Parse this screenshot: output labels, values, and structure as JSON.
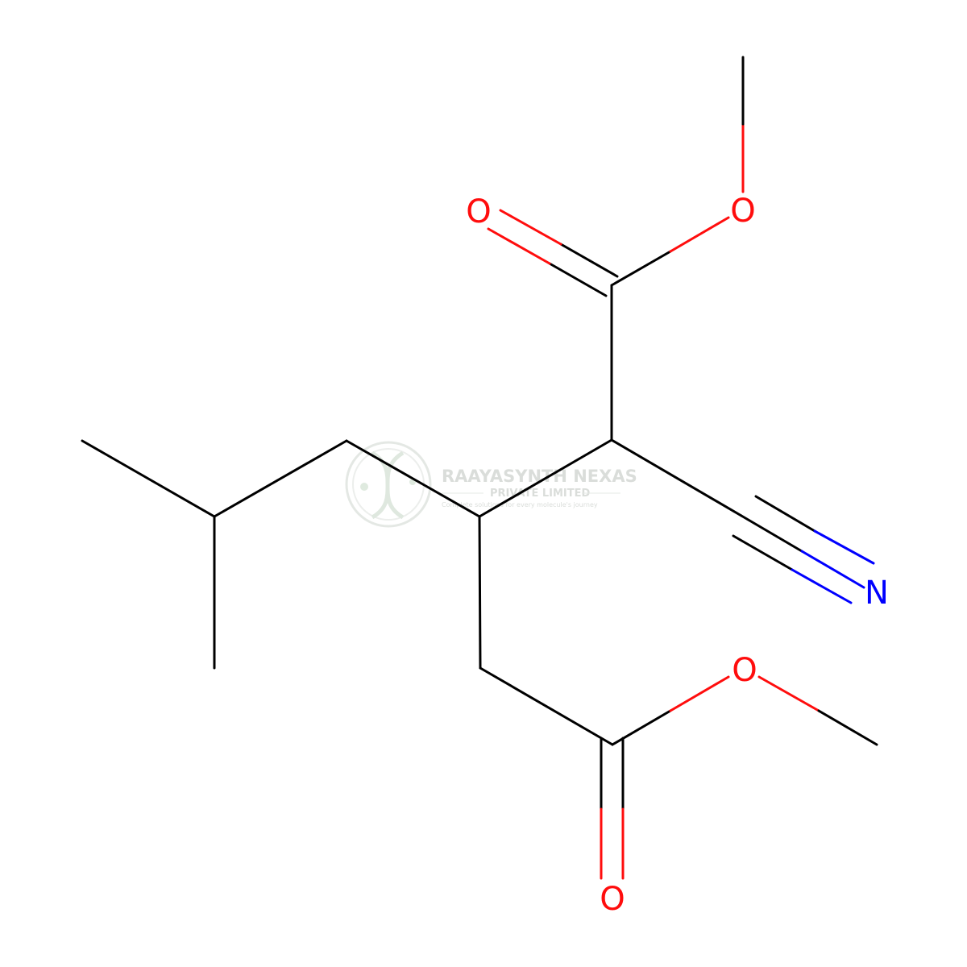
{
  "colors": {
    "background": "#FFFFFF",
    "bond": "#000000",
    "oxygen": "#FF0D0D",
    "nitrogen": "#0000FF",
    "watermark": "#D8DDD8"
  },
  "atom_labels": {
    "o_ester1_methoxy": "O",
    "o_ester1_carbonyl": "O",
    "n_nitrile": "N",
    "o_ester2_methoxy": "O",
    "o_ester2_carbonyl": "O"
  },
  "watermark": {
    "icon": "dna-helix-logo-icon",
    "company": "RAAYASYNTH NEXAS",
    "subtitle": "PRIVATE LIMITED",
    "tagline": "Complete solutions for every molecule's journey"
  }
}
